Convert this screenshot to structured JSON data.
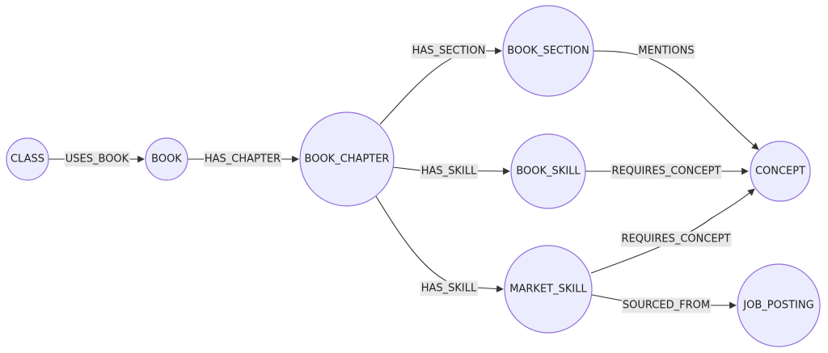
{
  "diagram": {
    "type": "flowchart",
    "direction": "left-to-right",
    "nodes": [
      {
        "id": "CLASS",
        "label": "CLASS"
      },
      {
        "id": "BOOK",
        "label": "BOOK"
      },
      {
        "id": "BOOK_CHAPTER",
        "label": "BOOK_CHAPTER"
      },
      {
        "id": "BOOK_SECTION",
        "label": "BOOK_SECTION"
      },
      {
        "id": "BOOK_SKILL",
        "label": "BOOK_SKILL"
      },
      {
        "id": "MARKET_SKILL",
        "label": "MARKET_SKILL"
      },
      {
        "id": "CONCEPT",
        "label": "CONCEPT"
      },
      {
        "id": "JOB_POSTING",
        "label": "JOB_POSTING"
      }
    ],
    "edges": [
      {
        "from": "CLASS",
        "to": "BOOK",
        "label": "USES_BOOK"
      },
      {
        "from": "BOOK",
        "to": "BOOK_CHAPTER",
        "label": "HAS_CHAPTER"
      },
      {
        "from": "BOOK_CHAPTER",
        "to": "BOOK_SECTION",
        "label": "HAS_SECTION"
      },
      {
        "from": "BOOK_CHAPTER",
        "to": "BOOK_SKILL",
        "label": "HAS_SKILL"
      },
      {
        "from": "BOOK_CHAPTER",
        "to": "MARKET_SKILL",
        "label": "HAS_SKILL"
      },
      {
        "from": "BOOK_SECTION",
        "to": "CONCEPT",
        "label": "MENTIONS"
      },
      {
        "from": "BOOK_SKILL",
        "to": "CONCEPT",
        "label": "REQUIRES_CONCEPT"
      },
      {
        "from": "MARKET_SKILL",
        "to": "CONCEPT",
        "label": "REQUIRES_CONCEPT"
      },
      {
        "from": "MARKET_SKILL",
        "to": "JOB_POSTING",
        "label": "SOURCED_FROM"
      }
    ],
    "colors": {
      "node_fill": "#ECECFF",
      "node_stroke": "#9370DB",
      "edge": "#333333",
      "label_bg": "#e8e8e8"
    }
  }
}
